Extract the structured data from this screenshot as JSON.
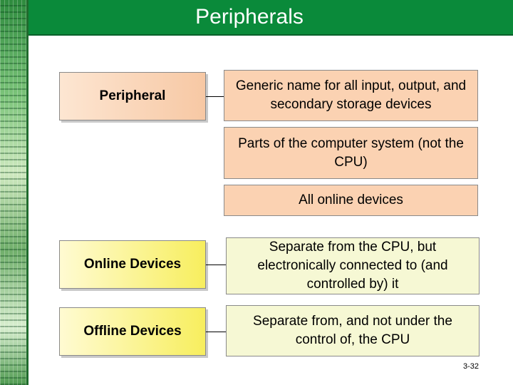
{
  "slide": {
    "title": "Peripherals",
    "page_number": "3-32"
  },
  "rows": [
    {
      "term": "Peripheral",
      "definitions": [
        "Generic name for all input, output, and secondary storage devices",
        "Parts of the computer system (not the CPU)",
        "All online devices"
      ]
    },
    {
      "term": "Online Devices",
      "definitions": [
        "Separate from the CPU, but electronically connected to (and controlled by) it"
      ]
    },
    {
      "term": "Offline Devices",
      "definitions": [
        "Separate from, and not under the control of, the CPU"
      ]
    }
  ],
  "colors": {
    "title_bar": "#0a8a3a",
    "peripheral_box": "#fbd2b2",
    "device_term_box": "#f7ee5e",
    "device_def_box": "#f6f8d4"
  }
}
